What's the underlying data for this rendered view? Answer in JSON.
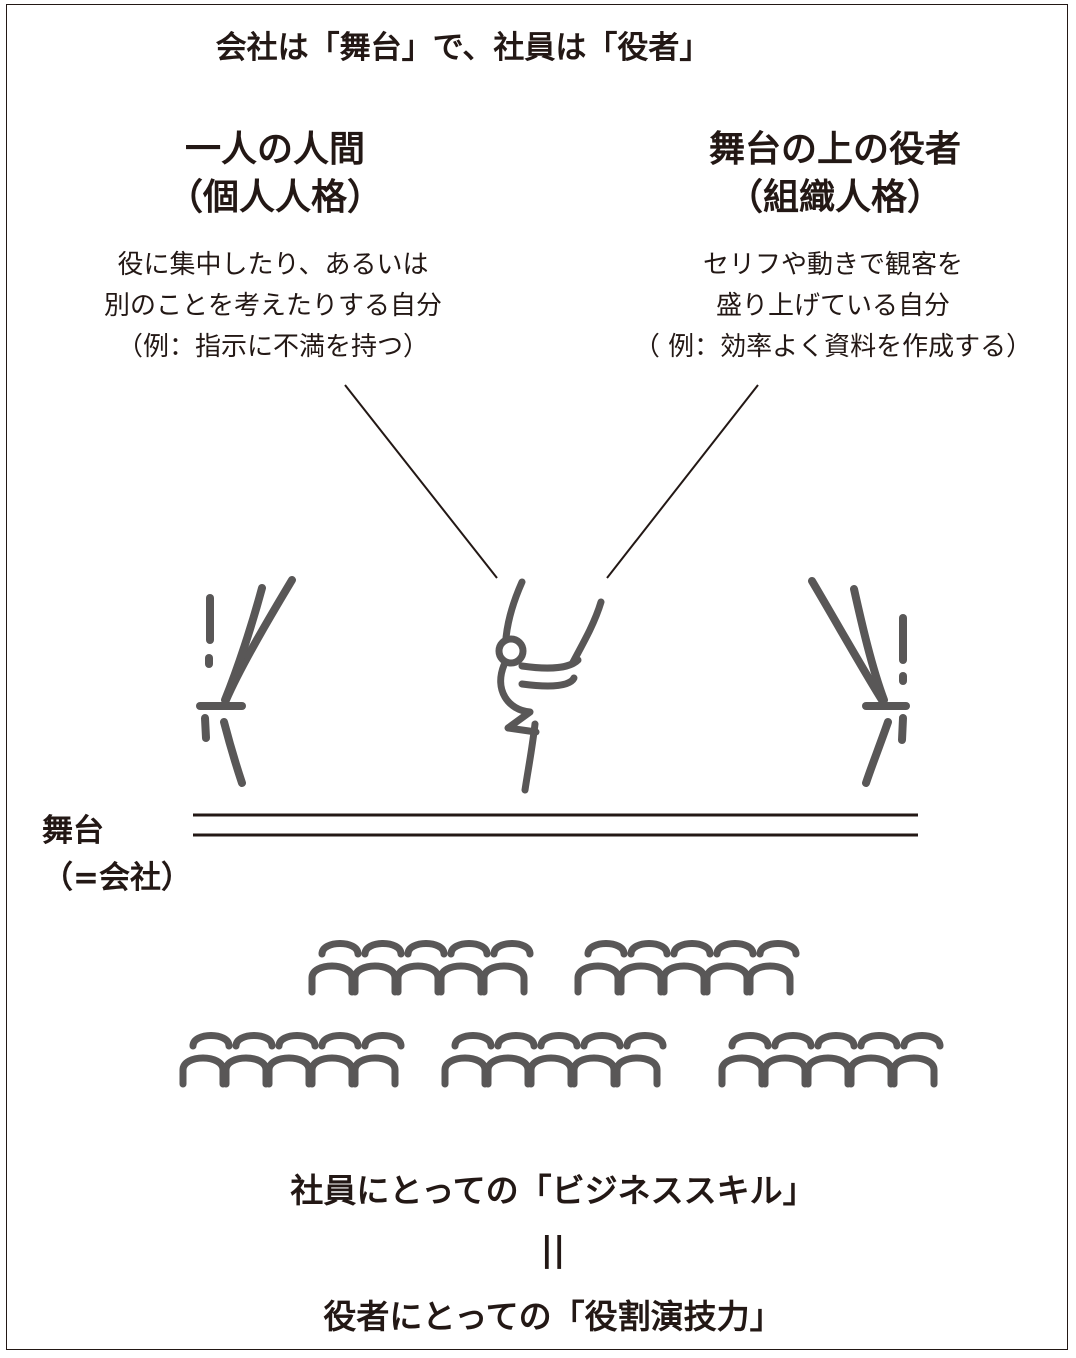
{
  "title": "会社は「舞台」で、社員は「役者」",
  "left": {
    "heading_line1": "一人の人間",
    "heading_line2": "（個人人格）",
    "desc_line1": "役に集中したり、あるいは",
    "desc_line2": "別のことを考えたりする自分",
    "desc_line3": "（例：指示に不満を持つ）"
  },
  "right": {
    "heading_line1": "舞台の上の役者",
    "heading_line2": "（組織人格）",
    "desc_line1": "セリフや動きで観客を",
    "desc_line2": "盛り上げている自分",
    "desc_line3": "（ 例：効率よく資料を作成する）"
  },
  "stage_label": {
    "line1": "舞台",
    "line2": "（=会社）"
  },
  "bottom": {
    "line1": "社員にとっての「ビジネススキル」",
    "equals": "||",
    "line2": "役者にとっての「役割演技力」"
  },
  "colors": {
    "ink": "#231815",
    "icon_gray": "#595757"
  },
  "icons": [
    "curtain-left-icon",
    "dancer-icon",
    "curtain-right-icon",
    "audience-seats-icon"
  ]
}
